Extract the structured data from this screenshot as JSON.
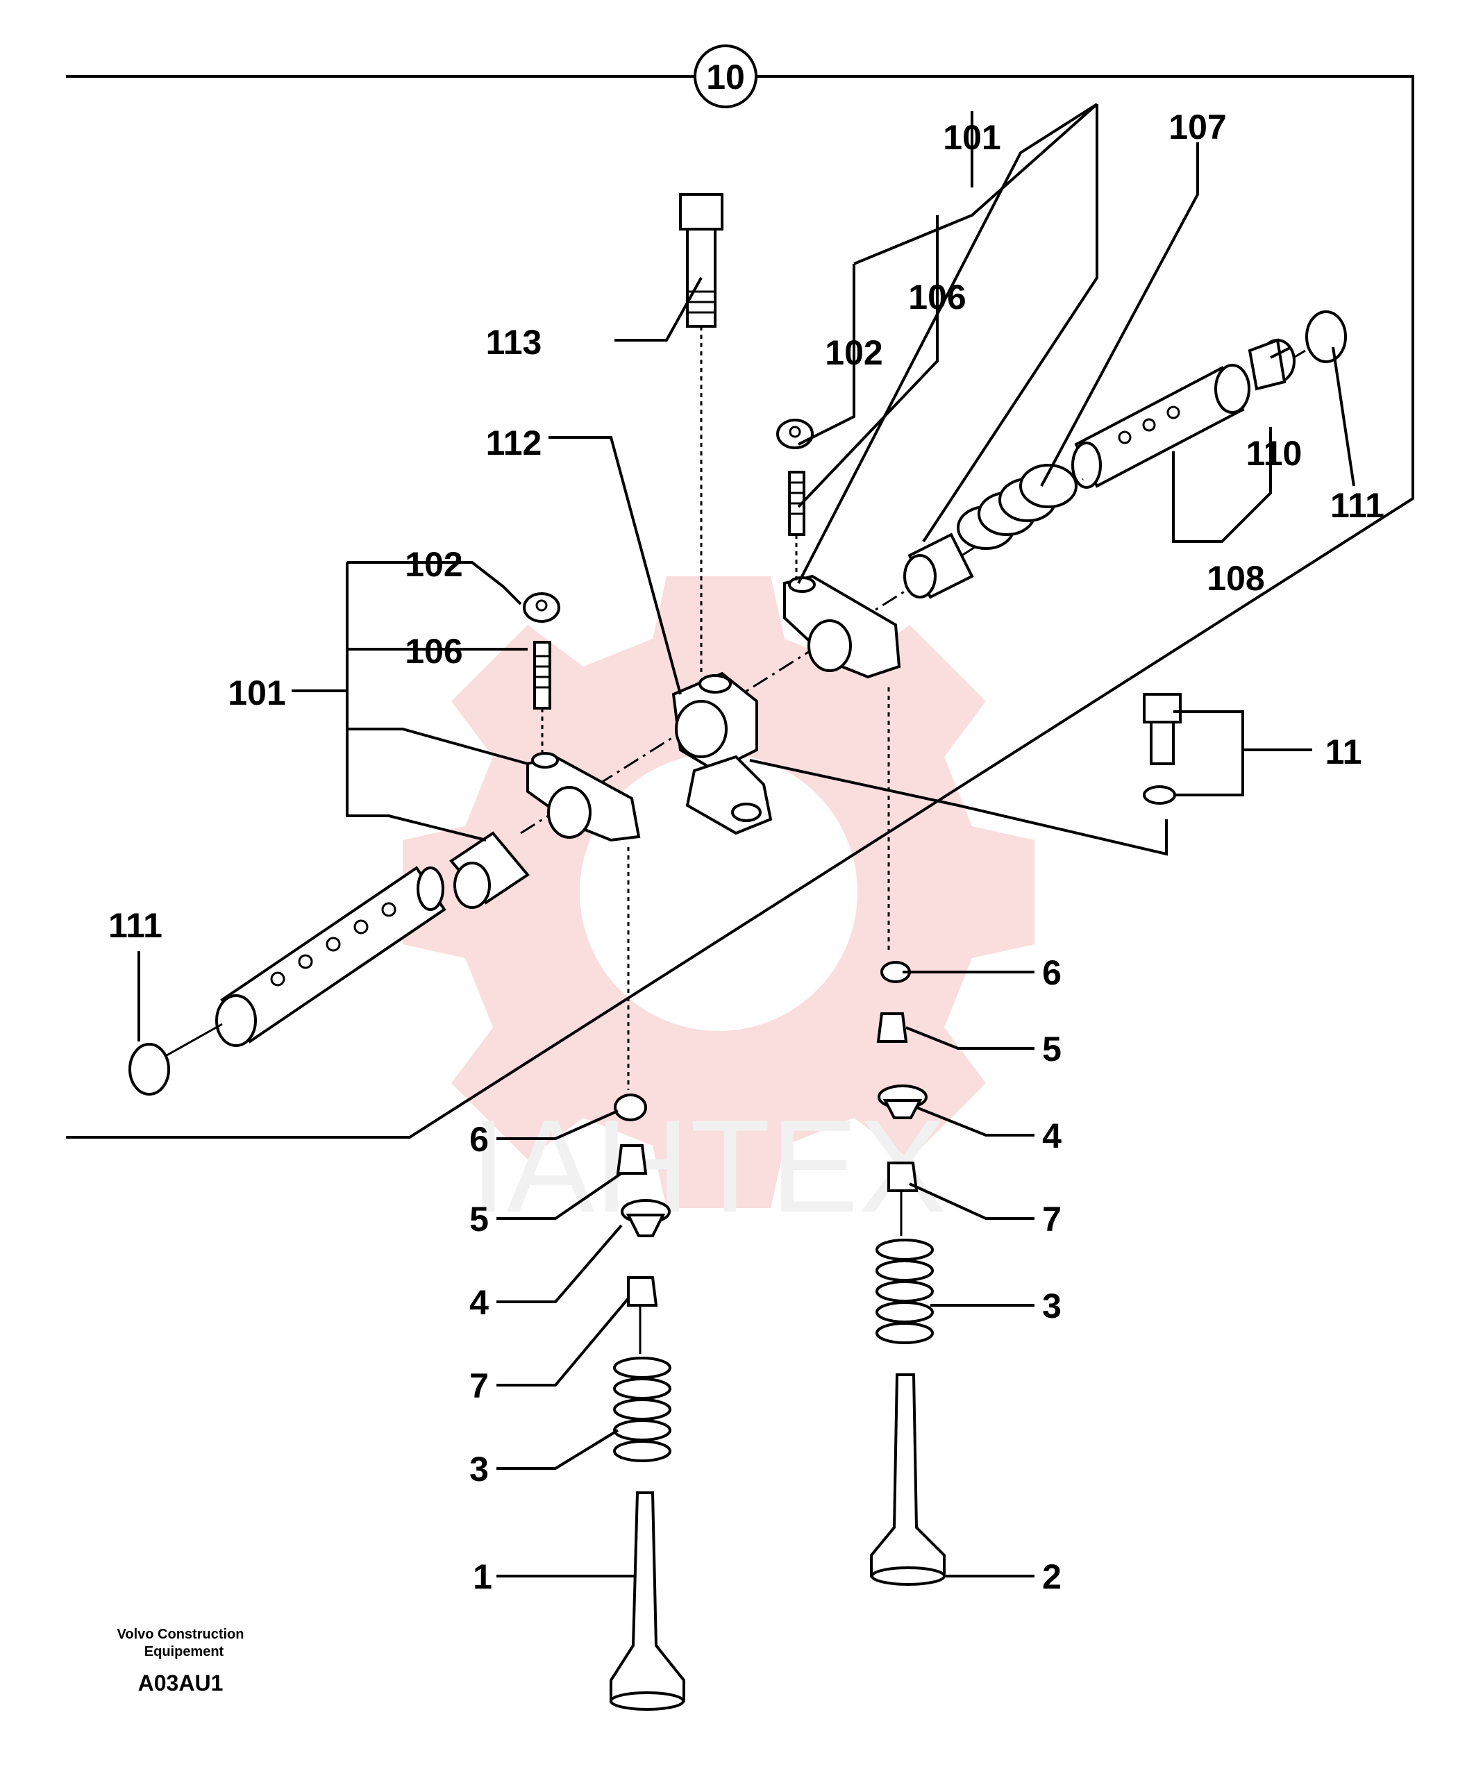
{
  "diagram": {
    "group_label": "10",
    "watermark_text": "IAHTEX",
    "watermark_color": "#f0b0b0",
    "callouts": {
      "top_101": "101",
      "top_107": "107",
      "top_106": "106",
      "top_102": "102",
      "top_113": "113",
      "top_110": "110",
      "top_111": "111",
      "top_108": "108",
      "mid_112": "112",
      "left_102": "102",
      "left_106": "106",
      "left_101": "101",
      "right_11": "11",
      "left_111": "111",
      "right_6": "6",
      "right_5": "5",
      "right_4": "4",
      "right_7": "7",
      "right_3": "3",
      "right_2": "2",
      "left_6": "6",
      "left_5": "5",
      "left_4": "4",
      "left_7": "7",
      "left_3": "3",
      "left_1": "1"
    },
    "footer": {
      "maker_line1": "Volvo Construction",
      "maker_line2": "Equipement",
      "code": "A03AU1"
    }
  }
}
